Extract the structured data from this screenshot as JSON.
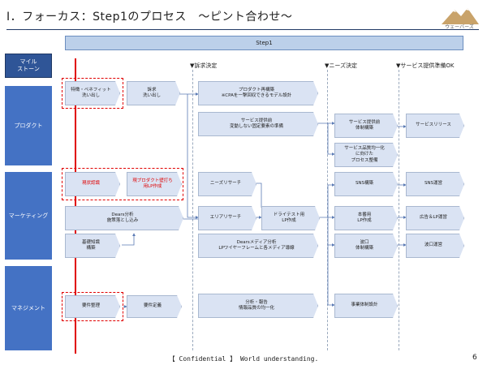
{
  "header": {
    "title": "Ⅰ．フォーカス：Step1のプロセス　～ピント合わせ～",
    "logo_text": "ウェーバーズ"
  },
  "step_bar": "Step1",
  "milestone_label": "マイル\nストーン",
  "phases": [
    "▼訴求決定",
    "▼ニーズ決定",
    "▼サービス提供準備OK"
  ],
  "rows": [
    "プロダクト",
    "マーケティング",
    "マネジメント"
  ],
  "boxes": {
    "p_features": "特徴・ベネフィット\n洗い出し",
    "p_appeal": "訴求\n洗い出し",
    "p_rebuild": "プロダクト再構築\n※CPAを一撃回収できるモデル設計",
    "p_fixed": "サービス提供前\n変動しない固定要素の準備",
    "p_supply": "サービス提供前\n体制構築",
    "p_release": "サービスリリース",
    "p_quality": "サービス品質均一化\nに向けた\nプロセス整備",
    "m_current": "現状認識",
    "m_current_lp": "現プロダクト壁打ち\n用LP作成",
    "m_needs": "ニーズリサーチ",
    "m_sns_build": "SNS構築",
    "m_sns_run": "SNS運営",
    "m_dears": "Dears分析\n施策落とし込み",
    "m_area": "エリアリサーチ",
    "m_drive": "ドライテスト用\nLP作成",
    "m_prod_lp": "本番用\nLP作成",
    "m_ads": "広告＆LP運営",
    "m_basic": "基礎知識\n構築",
    "m_dears_media": "Dearsメディア分析\nLPワイヤーフレームと各メディア導線",
    "m_word": "波口\n体制構築",
    "m_word_run": "波口運営",
    "g_req": "要件整理",
    "g_def": "要件定義",
    "g_analysis": "分析・報告\n情報品質の均一化",
    "g_biz": "事業体制設計"
  },
  "footer": "【 Confidential 】  World understanding.",
  "page_number": "6",
  "colors": {
    "accent": "#4472c4",
    "box_fill": "#dae3f3",
    "highlight": "#e00000"
  }
}
